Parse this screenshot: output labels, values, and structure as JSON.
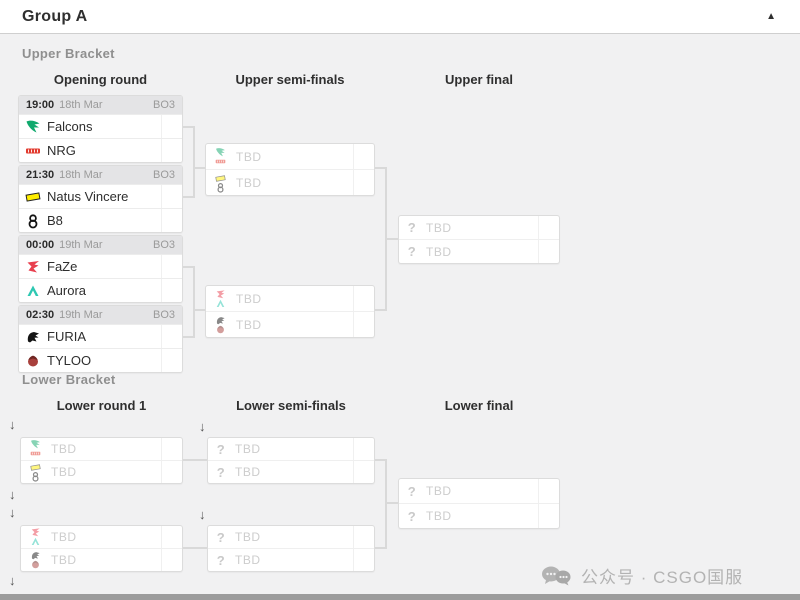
{
  "header": {
    "title": "Group A"
  },
  "icons": {
    "collapse": "▲",
    "drop_arrow": "↓",
    "question": "?"
  },
  "upper": {
    "label": "Upper Bracket",
    "columns": [
      "Opening round",
      "Upper semi-finals",
      "Upper final"
    ],
    "matches": [
      {
        "time": "19:00",
        "date": "18th Mar",
        "format": "BO3",
        "team1": "Falcons",
        "team2": "NRG"
      },
      {
        "time": "21:30",
        "date": "18th Mar",
        "format": "BO3",
        "team1": "Natus Vincere",
        "team2": "B8"
      },
      {
        "time": "00:00",
        "date": "19th Mar",
        "format": "BO3",
        "team1": "FaZe",
        "team2": "Aurora"
      },
      {
        "time": "02:30",
        "date": "19th Mar",
        "format": "BO3",
        "team1": "FURIA",
        "team2": "TYLOO"
      }
    ],
    "semifinals": [
      {
        "slot1": "TBD",
        "slot2": "TBD"
      },
      {
        "slot1": "TBD",
        "slot2": "TBD"
      }
    ],
    "final": {
      "slot1": "TBD",
      "slot2": "TBD"
    }
  },
  "lower": {
    "label": "Lower Bracket",
    "columns": [
      "Lower round 1",
      "Lower semi-finals",
      "Lower final"
    ],
    "round1": [
      {
        "slot1": "TBD",
        "slot2": "TBD"
      },
      {
        "slot1": "TBD",
        "slot2": "TBD"
      }
    ],
    "semifinals": [
      {
        "slot1": "TBD",
        "slot2": "TBD"
      },
      {
        "slot1": "TBD",
        "slot2": "TBD"
      }
    ],
    "final": {
      "slot1": "TBD",
      "slot2": "TBD"
    }
  },
  "teams": {
    "falcons": {
      "name": "Falcons",
      "color": "#10a96d"
    },
    "nrg": {
      "name": "NRG",
      "color": "#e23a2e"
    },
    "navi": {
      "name": "Natus Vincere",
      "color": "#ffee00"
    },
    "b8": {
      "name": "B8",
      "color": "#141414"
    },
    "faze": {
      "name": "FaZe",
      "color": "#e8404f"
    },
    "aurora": {
      "name": "Aurora",
      "color": "#2ec8b2"
    },
    "furia": {
      "name": "FURIA",
      "color": "#141414"
    },
    "tyloo": {
      "name": "TYLOO",
      "color": "#a8403c"
    }
  },
  "watermark": {
    "text": "公众号 · CSGO国服"
  }
}
